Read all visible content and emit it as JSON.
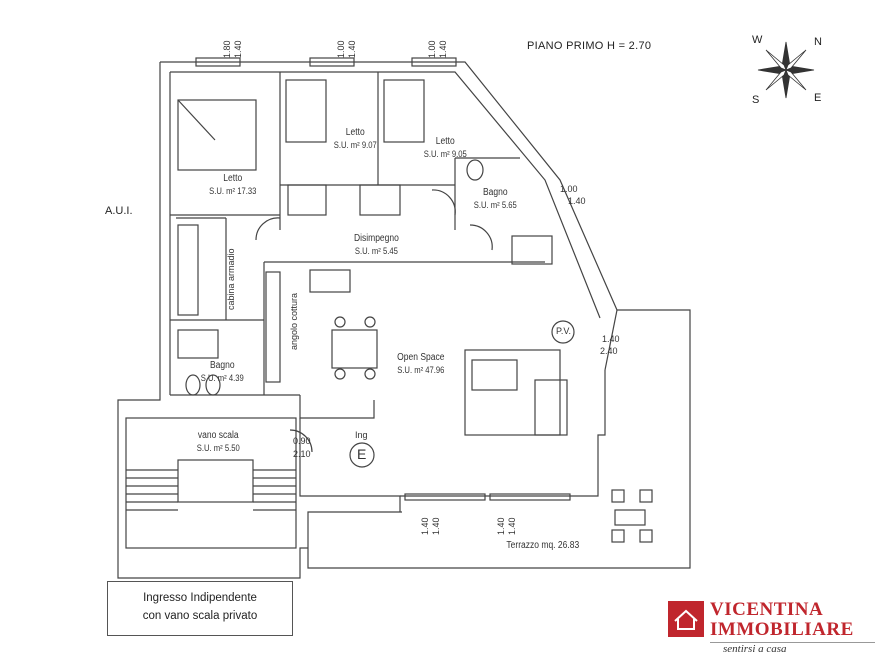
{
  "title": "PIANO PRIMO H = 2.70",
  "aui_label": "A.U.I.",
  "rooms": [
    {
      "id": "letto1",
      "name": "Letto",
      "area": "S.U. m² 17.33"
    },
    {
      "id": "letto2",
      "name": "Letto",
      "area": "S.U. m² 9.07"
    },
    {
      "id": "letto3",
      "name": "Letto",
      "area": "S.U. m² 9.05"
    },
    {
      "id": "bagno1",
      "name": "Bagno",
      "area": "S.U. m² 5.65"
    },
    {
      "id": "disimpegno",
      "name": "Disimpegno",
      "area": "S.U. m² 5.45"
    },
    {
      "id": "openspace",
      "name": "Open Space",
      "area": "S.U. m² 47.96"
    },
    {
      "id": "bagno2",
      "name": "Bagno",
      "area": "S.U. m² 4.39"
    },
    {
      "id": "vanoscala",
      "name": "vano scala",
      "area": "S.U. m² 5.50"
    },
    {
      "id": "terrazzo",
      "name": "Terrazzo mq. 26.83",
      "area": ""
    }
  ],
  "annotations": {
    "cabina_armadio": "cabina armadio",
    "angolo_cottura": "angolo cottura",
    "pv": "P.V.",
    "ing": "Ing",
    "entrance": "E"
  },
  "dimensions": {
    "w1_a": "1.80",
    "w1_b": "1.40",
    "w2_a": "1.00",
    "w2_b": "1.40",
    "w3_a": "1.00",
    "w3_b": "1.40",
    "w4_a": "1.00",
    "w4_b": "1.40",
    "pv_a": "1.40",
    "pv_b": "2.40",
    "door_a": "0.90",
    "door_b": "2.10",
    "t1_a": "1.40",
    "t1_b": "1.40",
    "t2_a": "1.40",
    "t2_b": "1.40"
  },
  "compass": {
    "n": "N",
    "e": "E",
    "s": "S",
    "w": "W"
  },
  "note": {
    "line1": "Ingresso Indipendente",
    "line2": "con vano scala privato"
  },
  "logo": {
    "line1": "VICENTINA",
    "line2": "IMMOBILIARE",
    "tagline": "sentirsi a casa",
    "color": "#c0262d"
  }
}
